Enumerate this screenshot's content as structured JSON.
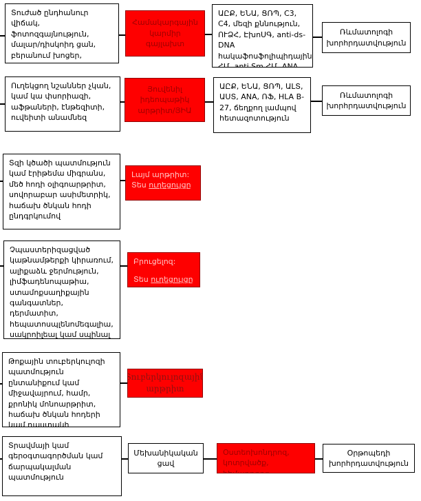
{
  "colors": {
    "red_box_bg": "#fe0000",
    "dark_red_text": "#9e0000",
    "pink_link_text": "#ffc6c6",
    "maroon_serif_text": "#8b1212",
    "line_black": "#000000",
    "red_box_border": "#900000"
  },
  "flow": {
    "rows": [
      {
        "left": "Տուժած ընդհանուր վիճակ, ֆոտոզգայնություն, մալար/դիսկոիդ ցան, բերանում խոցեր, միալգիա",
        "diagnosis": "Համակարգային կարմիր գայլախտ",
        "tests": "ԱԸՔ, ԵՆԱ, ՑՌՊ, C3, C4, մեզի քննություն, ՈՒՁՀ, ԷխոՍԳ, anti-ds- DNA հակաֆոսֆոլիպիդային ՀՄ, anti Sm ՀՄ, ANA",
        "referral": "Ռևմատոլոգի խորհրդատվություն"
      },
      {
        "left": "Ուղեկցող նշաններ չկան, կամ կա փսորիազի, աֆթաների, էնթեզիտի, ուվեիտի անամնեզ",
        "diagnosis": "Յուվենիլ իդեոպաթիկ արթրիտ/ՅԻԱ",
        "tests": "ԱԸՔ, ԵՆԱ, ՑՌՊ, ԱԼՏ, ԱՍՏ, ANA, ՌՖ, HLA B-27, ճեղքող լամպով հետազոտություն",
        "referral": "Ռևմատոլոգի խորհրդատվություն"
      },
      {
        "left": "Տզի կծածի պատմություն կամ էրիթեմա միգրանս, մեծ հոդի օլիգոարթրիտ, սովորաբար ասիմետրիկ, հաճախ ծնկան հոդի ընդգրկումով",
        "diagnosis": "Լայմ արթրիտ:",
        "link_prefix": "Տես ",
        "link_text": "ուղեցույցը"
      },
      {
        "left": "Չպաստերիզացված կաթնամթերքի կիրառում, ալիքաձև ջերմություն, լիմֆադենոպաթիա, ստամոքսաղիքային գանգատներ, դերմատիտ, հեպատոսպլենոմեգալիա, սակրոիլեալ կամ սպինալ հեղերի ախտահարում",
        "diagnosis": "Բրուցելոզ:",
        "link_prefix": "Տես ",
        "link_text": "ուղեցույցը"
      },
      {
        "left": "Թոքային տուբերկուլոզի պատմություն ընտանիքում կամ միջավայրում, համր, քրոնիկ մոնոարթրիտ, հաճախ ծնկան հոդերի կամ դաստակի",
        "diagnosis": "Տուբերկուլոզային արթրիտ"
      },
      {
        "left": "Տրավմայի կամ գերօգտագործման կամ ճարպակալման պատմություն",
        "mechanism": "Մեխանիկական ցավ",
        "diagnosis": "Օստեոխոնդրոզ, կոտրվածք, հեմարթրոզ",
        "referral": "Օրթոպեդի խորհրդատվություն"
      }
    ]
  }
}
